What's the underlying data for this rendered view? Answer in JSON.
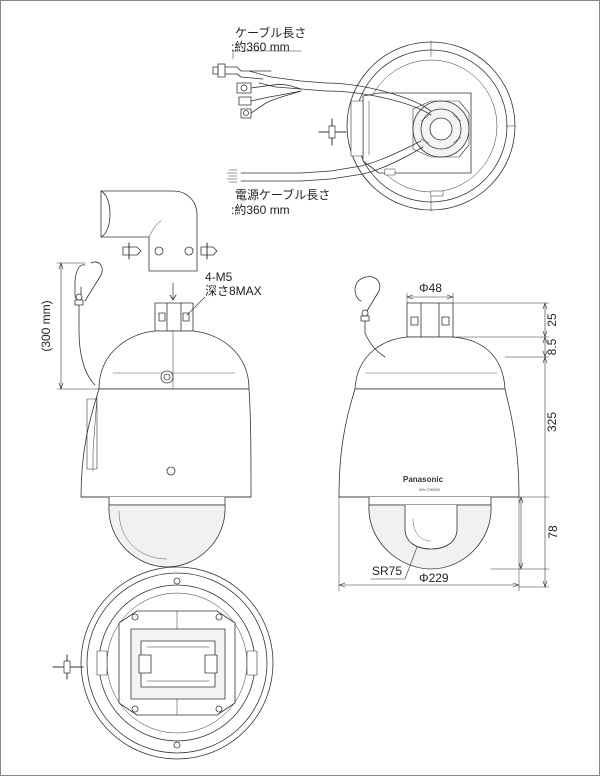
{
  "cable_labels": {
    "upper_line1": "ケーブル長さ",
    "upper_line2": ":約360 mm",
    "power_line1": "電源ケーブル長さ",
    "power_line2": ":約360 mm"
  },
  "screw_note": {
    "line1": "4-M5",
    "line2": "深さ8MAX"
  },
  "dimensions": {
    "height_with_bracket": "(300 mm)",
    "mount_diameter": "Φ48",
    "dim_25": "25",
    "dim_8_5": "8.5",
    "dim_325": "325",
    "dim_78": "78",
    "sr": "SR75",
    "body_diameter": "Φ229"
  },
  "brand": {
    "name": "Panasonic",
    "model": "WV-CW590"
  },
  "colors": {
    "line": "#333333",
    "fill": "#ffffff",
    "shade": "#e9e9e9"
  }
}
